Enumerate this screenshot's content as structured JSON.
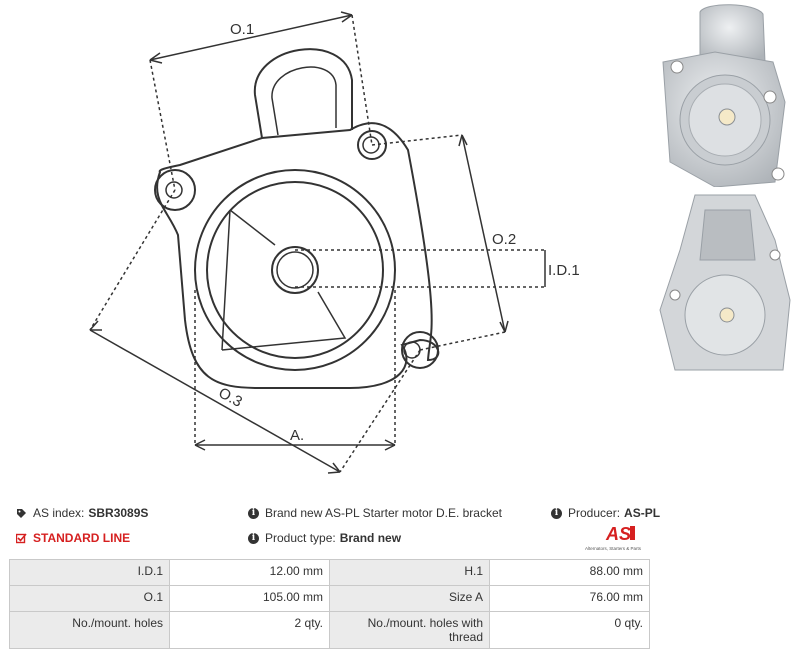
{
  "drawing": {
    "labels": {
      "o1": "O.1",
      "o2": "O.2",
      "o3": "O.3",
      "id1": "I.D.1",
      "a": "A."
    }
  },
  "info": {
    "as_index_label": "AS index:",
    "as_index_value": "SBR3089S",
    "description": "Brand new AS-PL Starter motor D.E. bracket",
    "producer_label": "Producer:",
    "producer_value": "AS-PL",
    "line_label": "STANDARD LINE",
    "product_type_label": "Product type:",
    "product_type_value": "Brand new",
    "logo_text": "AS",
    "logo_tagline": "Alternators, Starters & Parts"
  },
  "specs": [
    [
      "I.D.1",
      "12.00 mm",
      "H.1",
      "88.00 mm"
    ],
    [
      "O.1",
      "105.00 mm",
      "Size A",
      "76.00 mm"
    ],
    [
      "No./mount. holes",
      "2 qty.",
      "No./mount. holes with thread",
      "0 qty."
    ]
  ],
  "colors": {
    "accent": "#d62020",
    "line": "#333333",
    "table_label_bg": "#ebebeb"
  },
  "icons": [
    "info-icon",
    "tag-icon"
  ]
}
